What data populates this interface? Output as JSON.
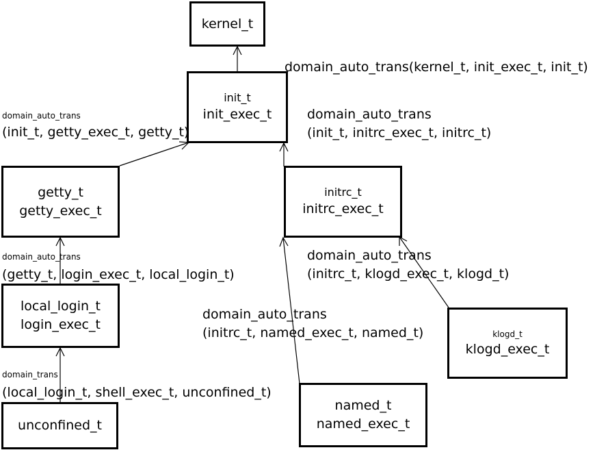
{
  "nodes": {
    "kernel": {
      "line1": "kernel_t"
    },
    "init": {
      "line1": "init_t",
      "line2": "init_exec_t"
    },
    "getty": {
      "line1": "getty_t",
      "line2": "getty_exec_t"
    },
    "initrc": {
      "line1": "initrc_t",
      "line2": "initrc_exec_t"
    },
    "local_login": {
      "line1": "local_login_t",
      "line2": "login_exec_t"
    },
    "unconfined": {
      "line1": "unconfined_t"
    },
    "named": {
      "line1": "named_t",
      "line2": "named_exec_t"
    },
    "klogd": {
      "line1": "klogd_t",
      "line2": "klogd_exec_t"
    }
  },
  "edges": {
    "kernel_init": {
      "line1": "domain_auto_trans(kernel_t, init_exec_t, init_t)"
    },
    "init_getty": {
      "line1": "domain_auto_trans",
      "line2": "(init_t, getty_exec_t, getty_t)"
    },
    "init_initrc": {
      "line1": "domain_auto_trans",
      "line2": "(init_t, initrc_exec_t, initrc_t)"
    },
    "getty_login": {
      "line1": "domain_auto_trans",
      "line2": "(getty_t, login_exec_t, local_login_t)"
    },
    "initrc_klogd": {
      "line1": "domain_auto_trans",
      "line2": "(initrc_t, klogd_exec_t, klogd_t)"
    },
    "initrc_named": {
      "line1": "domain_auto_trans",
      "line2": "(initrc_t, named_exec_t, named_t)"
    },
    "login_unconfined": {
      "line1": "domain_trans",
      "line2": "(local_login_t, shell_exec_t, unconfined_t)"
    }
  }
}
